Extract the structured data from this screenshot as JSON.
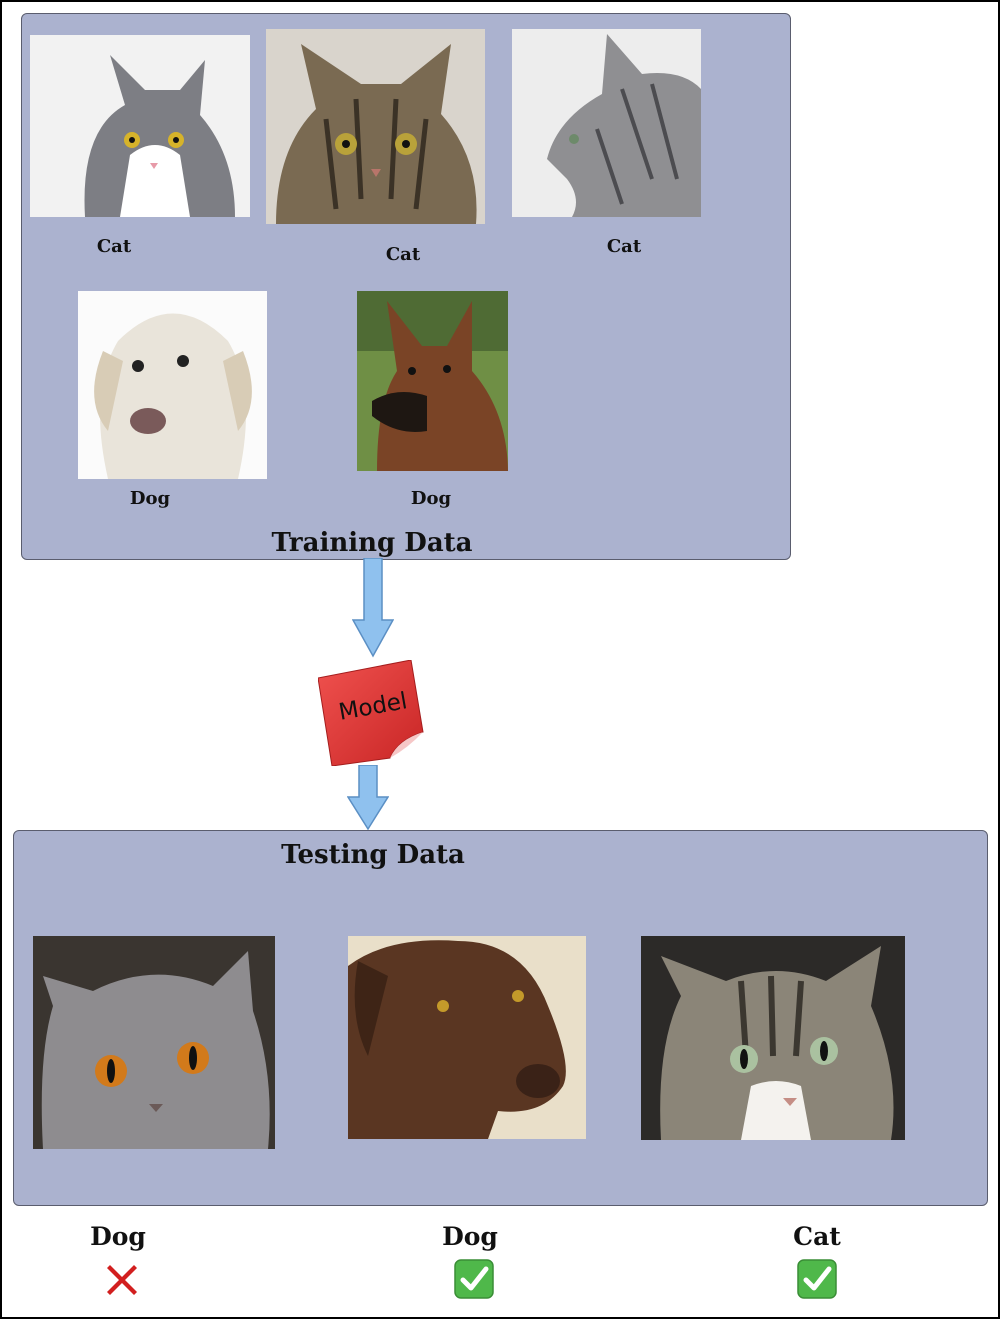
{
  "training": {
    "title": "Training Data",
    "images": [
      {
        "kind": "cat",
        "label": "Cat"
      },
      {
        "kind": "cat",
        "label": "Cat"
      },
      {
        "kind": "cat",
        "label": "Cat"
      },
      {
        "kind": "dog",
        "label": "Dog"
      },
      {
        "kind": "dog",
        "label": "Dog"
      }
    ]
  },
  "model": {
    "label": "Model"
  },
  "testing": {
    "title": "Testing Data",
    "images": [
      {
        "kind": "cat"
      },
      {
        "kind": "dog"
      },
      {
        "kind": "cat"
      }
    ]
  },
  "predictions": [
    {
      "label": "Dog",
      "correct": false,
      "icon": "cross-mark-icon"
    },
    {
      "label": "Dog",
      "correct": true,
      "icon": "check-mark-icon"
    },
    {
      "label": "Cat",
      "correct": true,
      "icon": "check-mark-icon"
    }
  ],
  "colors": {
    "panel": "#abb2cf",
    "arrow": "#8fc1ee",
    "model_note": "#e23a3a",
    "wrong": "#d21f1f",
    "right": "#4fb84a"
  }
}
